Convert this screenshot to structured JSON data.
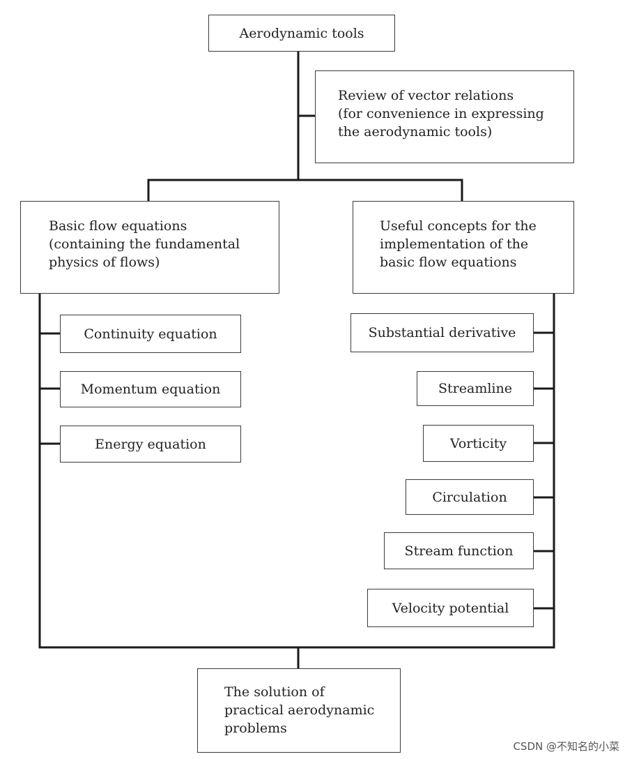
{
  "top": {
    "label": "Aerodynamic tools"
  },
  "review": {
    "lines": [
      "Review of vector relations",
      "(for convenience in expressing",
      "the aerodynamic tools)"
    ]
  },
  "basic": {
    "lines": [
      "Basic flow equations",
      "(containing the fundamental",
      "physics of flows)"
    ]
  },
  "useful": {
    "lines": [
      "Useful concepts for the",
      "implementation of the",
      "basic flow equations"
    ]
  },
  "equations": [
    "Continuity equation",
    "Momentum equation",
    "Energy equation"
  ],
  "concepts": [
    "Substantial derivative",
    "Streamline",
    "Vorticity",
    "Circulation",
    "Stream function",
    "Velocity potential"
  ],
  "solution": {
    "lines": [
      "The solution of",
      "practical aerodynamic",
      "problems"
    ]
  },
  "watermark": "CSDN @不知名的小菜",
  "colors": {
    "line": "#1a1a1a",
    "box_border": "#3a3a3a",
    "text": "#222222"
  }
}
